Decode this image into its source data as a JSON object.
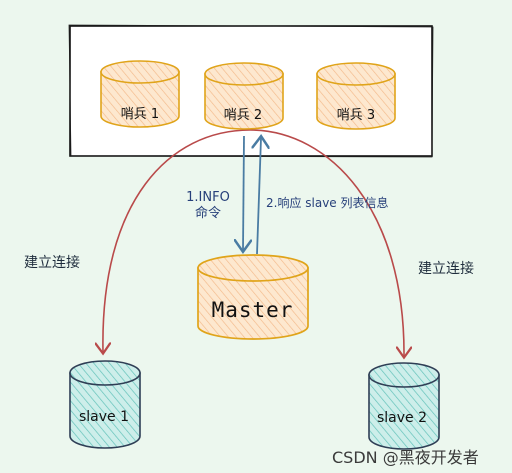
{
  "nodes": {
    "sentinel_1": "哨兵 1",
    "sentinel_2": "哨兵 2",
    "sentinel_3": "哨兵 3",
    "master": "Master",
    "slave_1": "slave 1",
    "slave_2": "slave 2"
  },
  "edges": {
    "info_command": "1.INFO 命令",
    "info_line1": "1.INFO",
    "info_line2": "命令",
    "response": "2.响应 slave 列表信息",
    "connect_left": "建立连接",
    "connect_right": "建立连接"
  },
  "watermark": "CSDN @黑夜开发者",
  "colors": {
    "background": "#ecf7ee",
    "sentinel_cylinder_fill": "#fde3bf",
    "sentinel_cylinder_stroke": "#e0a41a",
    "slave_cylinder_fill": "#bfe6e4",
    "slave_cylinder_stroke": "#2f3e55",
    "connection_arrow": "#b94a4a",
    "info_arrow": "#4a7ca3"
  }
}
